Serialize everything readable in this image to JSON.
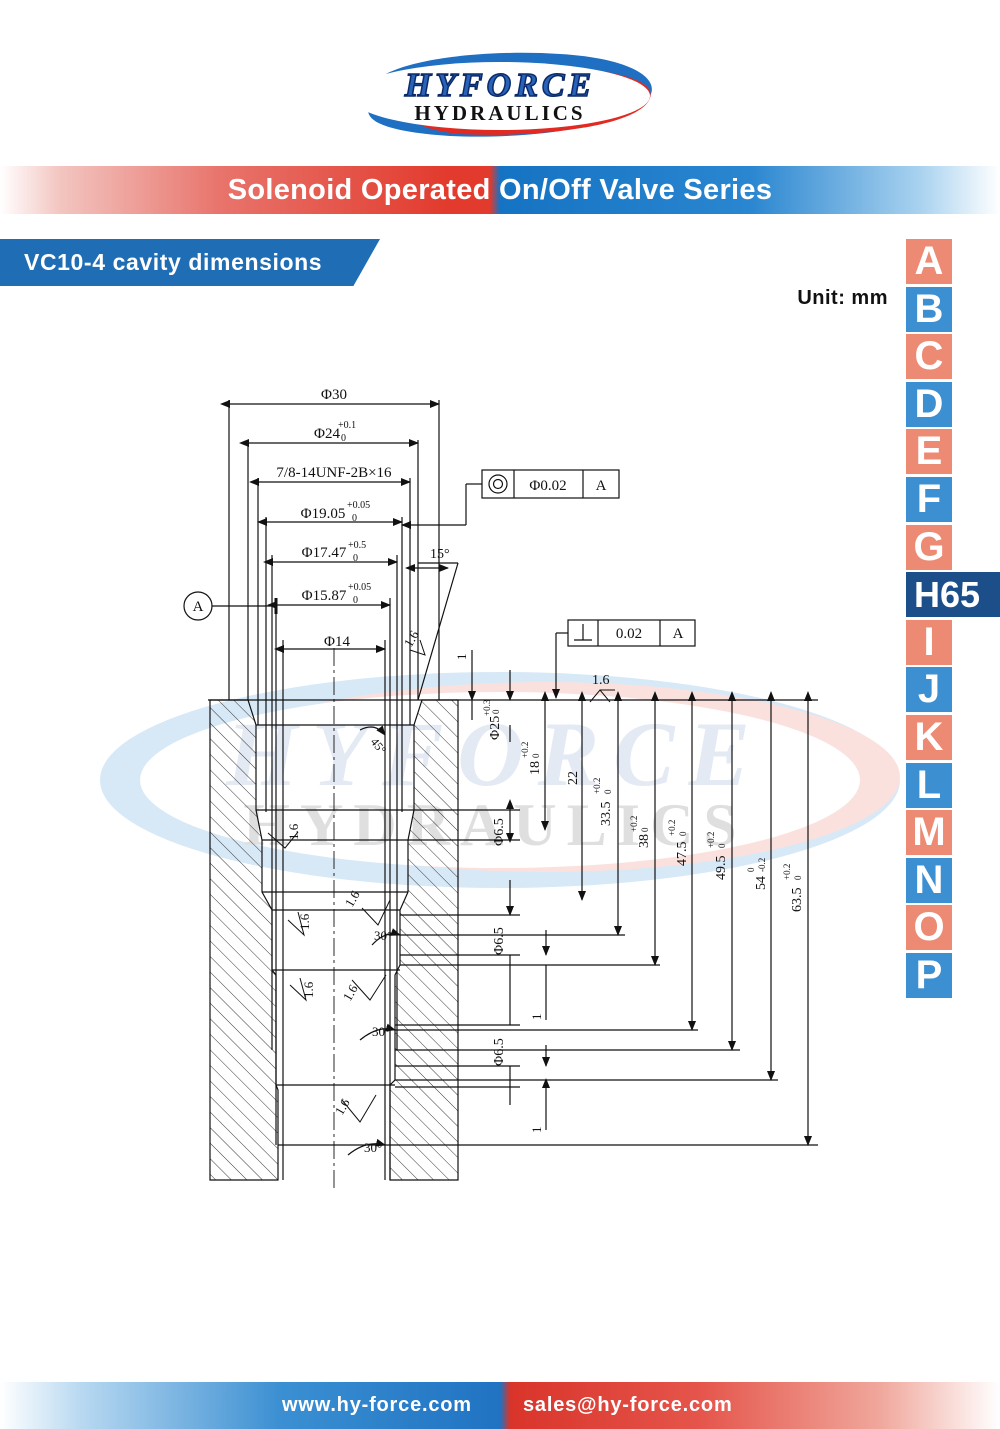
{
  "logo": {
    "line1": "HYFORCE",
    "line2": "HYDRAULICS"
  },
  "header": {
    "title": "Solenoid Operated On/Off Valve Series"
  },
  "section": {
    "title": "VC10-4 cavity dimensions",
    "unit": "Unit: mm"
  },
  "index": {
    "letters": [
      "A",
      "B",
      "C",
      "D",
      "E",
      "F",
      "G",
      "H65",
      "I",
      "J",
      "K",
      "L",
      "M",
      "N",
      "O",
      "P"
    ],
    "active": "H65"
  },
  "colors": {
    "red": "#e23a2c",
    "blue": "#1f6db4",
    "index_orange": "#ec8a73",
    "index_blue": "#3c8fd1",
    "index_active": "#1c4f8a"
  },
  "drawing": {
    "dia30": "Φ30",
    "dia24": "Φ24",
    "dia24_tol": "+0.1",
    "dia24_tol2": "0",
    "thread": "7/8-14UNF-2B×16",
    "dia19": "Φ19.05",
    "dia19_tol": "+0.05",
    "dia19_tol2": "0",
    "dia17": "Φ17.47",
    "dia17_tol": "+0.5",
    "dia17_tol2": "0",
    "dia15": "Φ15.87",
    "dia15_tol": "+0.05",
    "dia15_tol2": "0",
    "dia14": "Φ14",
    "datum": "A",
    "conc_value": "Φ0.02",
    "conc_datum": "A",
    "perp_value": "0.02",
    "perp_datum": "A",
    "angle15": "15°",
    "angle45": "45°",
    "angle30": "30°",
    "rough": "1.6",
    "one": "1",
    "dim_25": "Φ25",
    "dim_25_tol": "+0.3",
    "dim_25_tol2": "0",
    "dim_18": "18",
    "dim_18_tol": "+0.2",
    "dim_18_tol2": "0",
    "dim_22": "22",
    "dim_33": "33.5",
    "dim_33_tol": "+0.2",
    "dim_33_tol2": "0",
    "dim_38": "38",
    "dim_38_tol": "+0.2",
    "dim_38_tol2": "0",
    "dim_47": "47.5",
    "dim_47_tol": "+0.2",
    "dim_47_tol2": "0",
    "dim_49": "49.5",
    "dim_49_tol": "+0.2",
    "dim_49_tol2": "0",
    "dim_54": "54",
    "dim_54_tol": "0",
    "dim_54_tol2": "-0.2",
    "dim_63": "63.5",
    "dim_63_tol": "+0.2",
    "dim_63_tol2": "0",
    "port": "Φ6.5"
  },
  "footer": {
    "website": "www.hy-force.com",
    "email": "sales@hy-force.com"
  }
}
